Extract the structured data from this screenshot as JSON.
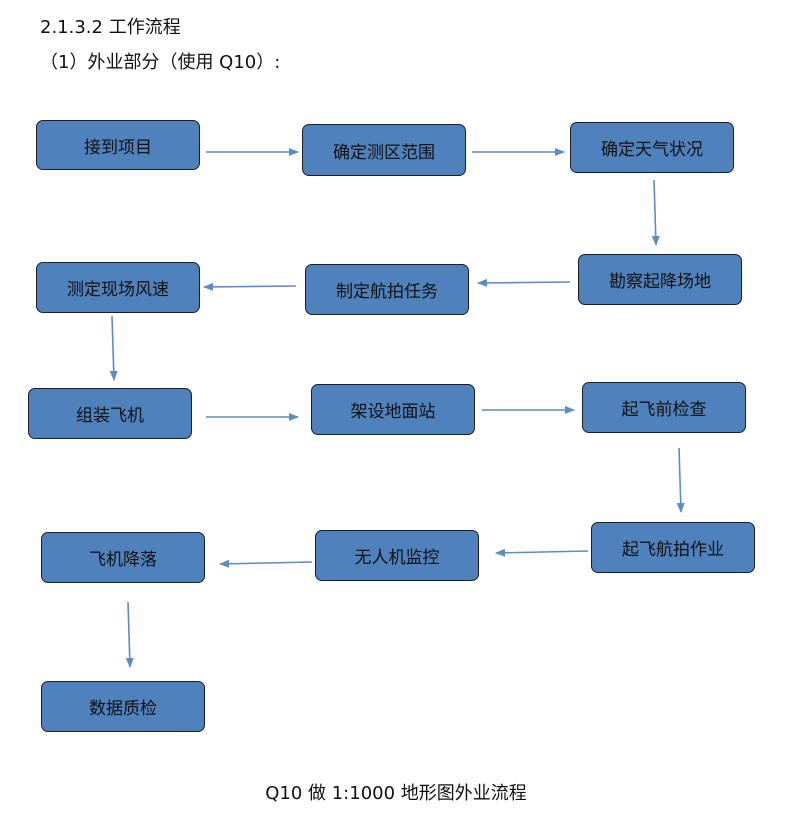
{
  "section_heading": "2.1.3.2  工作流程",
  "sub_heading": "（1）外业部分（使用 Q10）:",
  "boxes": [
    "接到项目",
    "确定测区范围",
    "确定天气状况",
    "勘察起降场地",
    "制定航拍任务",
    "测定现场风速",
    "组装飞机",
    "架设地面站",
    "起飞前检查",
    "起飞航拍作业",
    "无人机监控",
    "飞机降落",
    "数据质检"
  ],
  "caption": "Q10 做 1:1000 地形图外业流程",
  "colors": {
    "box_fill": "#4f81bd",
    "box_border": "#1f1f1f",
    "arrow": "#5b8cc6"
  }
}
